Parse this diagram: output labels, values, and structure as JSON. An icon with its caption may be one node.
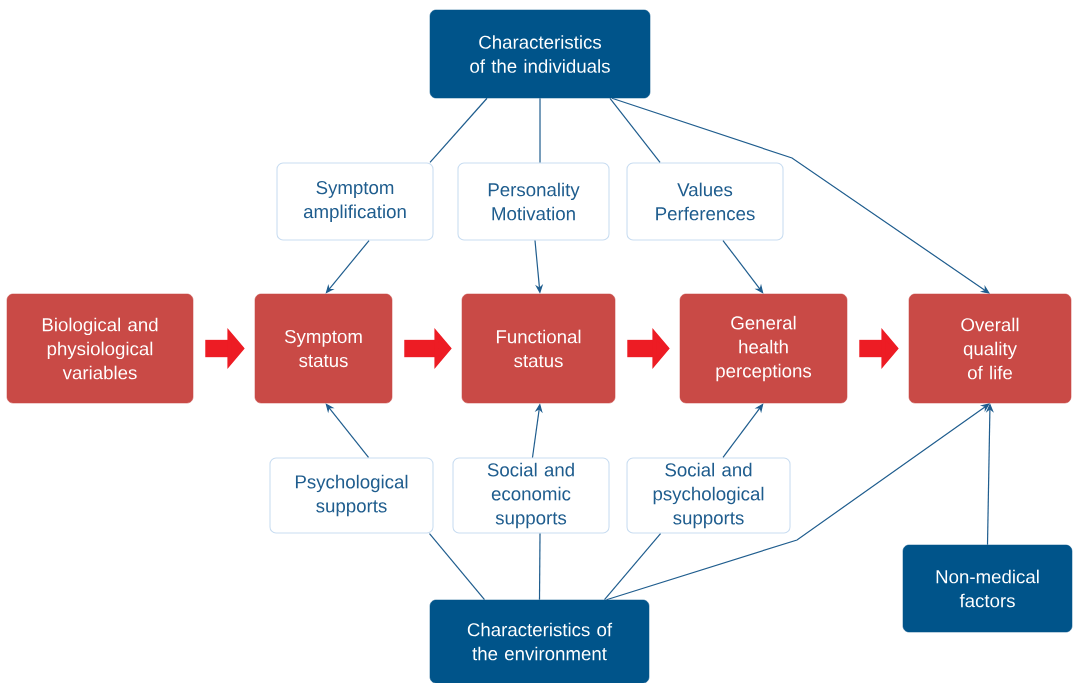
{
  "diagram": {
    "nodes": [
      {
        "text": [
          "Characteristics of the individuals"
        ]
      },
      {
        "text": [
          "Symptom amplification"
        ]
      },
      {
        "text": [
          "Personality Motivation"
        ]
      },
      {
        "text": [
          "Values Perferences"
        ]
      },
      {
        "text": [
          "Biological and physiological variables"
        ]
      },
      {
        "text": [
          "Symptom status"
        ]
      },
      {
        "text": [
          "Functional status"
        ]
      },
      {
        "text": [
          "General health perceptions"
        ]
      },
      {
        "text": [
          "Overall quality of life"
        ]
      },
      {
        "text": [
          "Psychological supports"
        ]
      },
      {
        "text": [
          "Social and economic supports"
        ]
      },
      {
        "text": [
          "Social and psychological supports"
        ]
      },
      {
        "text": [
          "Characteristics of the environment"
        ]
      },
      {
        "text": [
          "Non-medical factors"
        ]
      }
    ],
    "edges": [
      {
        "from": 0,
        "to": 1,
        "arrow": "none"
      },
      {
        "from": 1,
        "to": 5,
        "arrow": "to"
      },
      {
        "from": 0,
        "to": 2,
        "arrow": "none"
      },
      {
        "from": 2,
        "to": 6,
        "arrow": "to"
      },
      {
        "from": 0,
        "to": 3,
        "arrow": "none"
      },
      {
        "from": 3,
        "to": 7,
        "arrow": "to"
      },
      {
        "from": 0,
        "to": 8,
        "arrow": "to"
      },
      {
        "from": 4,
        "to": 5,
        "arrow": "to",
        "style": "thick",
        "color": "#ed1c24"
      },
      {
        "from": 5,
        "to": 6,
        "arrow": "to",
        "style": "thick",
        "color": "#ed1c24"
      },
      {
        "from": 6,
        "to": 7,
        "arrow": "to",
        "style": "thick",
        "color": "#ed1c24"
      },
      {
        "from": 7,
        "to": 8,
        "arrow": "to",
        "style": "thick",
        "color": "#ed1c24"
      },
      {
        "from": 12,
        "to": 9,
        "arrow": "none"
      },
      {
        "from": 9,
        "to": 5,
        "arrow": "to"
      },
      {
        "from": 12,
        "to": 10,
        "arrow": "none"
      },
      {
        "from": 10,
        "to": 6,
        "arrow": "to"
      },
      {
        "from": 12,
        "to": 11,
        "arrow": "none"
      },
      {
        "from": 11,
        "to": 7,
        "arrow": "to"
      },
      {
        "from": 12,
        "to": 8,
        "arrow": "to"
      },
      {
        "from": 13,
        "to": 8,
        "arrow": "to"
      }
    ]
  }
}
